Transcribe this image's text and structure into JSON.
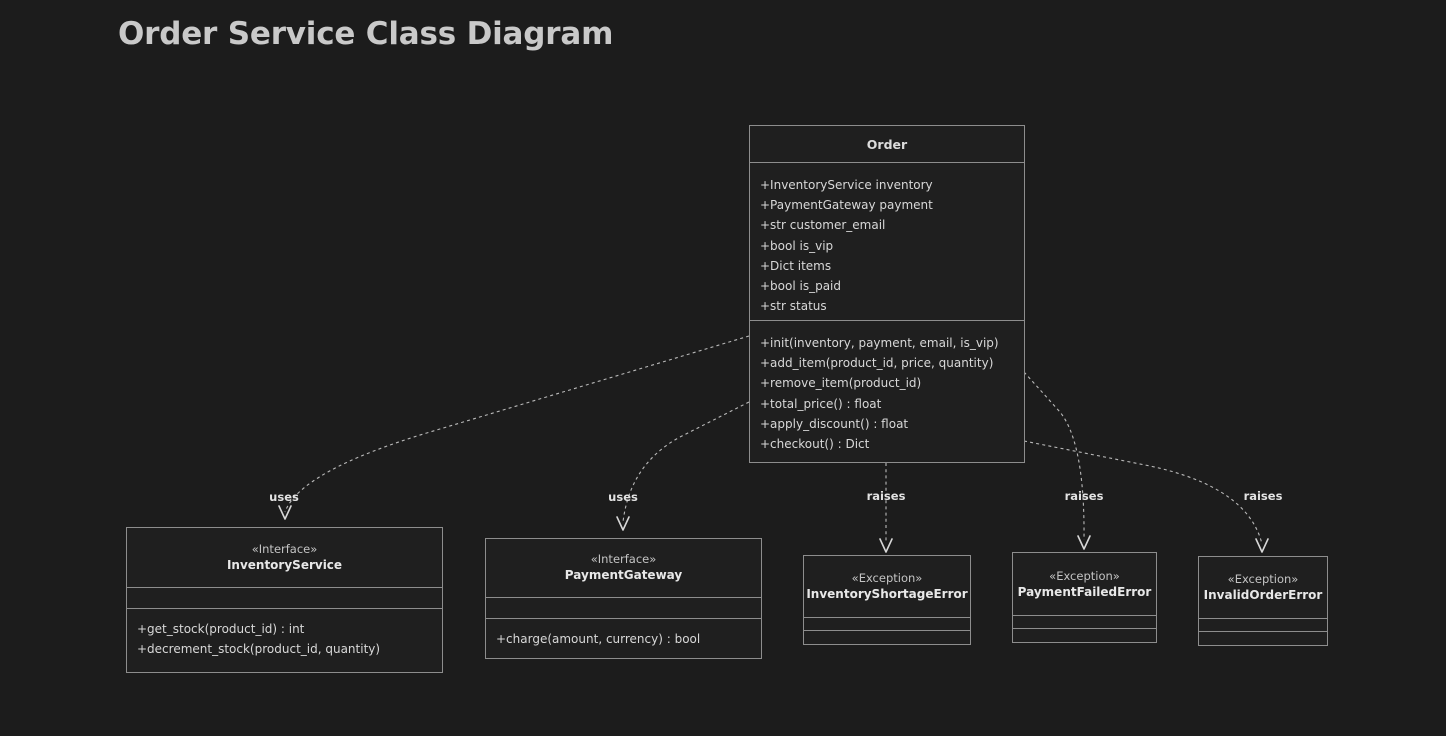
{
  "title": "Order Service Class Diagram",
  "theme": {
    "background": "#1c1c1c",
    "box_fill": "#1f1f1f",
    "border": "#8d8d8d",
    "text": "#d8d8d8",
    "title_text": "#c9c9c9",
    "edge": "#b9b9b9",
    "arrow": "#d7d7d7"
  },
  "diagram": {
    "type": "uml-class-diagram",
    "classes": [
      {
        "id": "order",
        "name": "Order",
        "stereotype": "",
        "attributes": [
          "+InventoryService inventory",
          "+PaymentGateway payment",
          "+str customer_email",
          "+bool is_vip",
          "+Dict items",
          "+bool is_paid",
          "+str status"
        ],
        "methods": [
          "+init(inventory, payment, email, is_vip)",
          "+add_item(product_id, price, quantity)",
          "+remove_item(product_id)",
          "+total_price() : float",
          "+apply_discount() : float",
          "+checkout() : Dict"
        ]
      },
      {
        "id": "inventory_service",
        "name": "InventoryService",
        "stereotype": "«Interface»",
        "attributes": [],
        "methods": [
          "+get_stock(product_id) : int",
          "+decrement_stock(product_id, quantity)"
        ]
      },
      {
        "id": "payment_gateway",
        "name": "PaymentGateway",
        "stereotype": "«Interface»",
        "attributes": [],
        "methods": [
          "+charge(amount, currency) : bool"
        ]
      },
      {
        "id": "inventory_shortage_error",
        "name": "InventoryShortageError",
        "stereotype": "«Exception»",
        "attributes": [],
        "methods": []
      },
      {
        "id": "payment_failed_error",
        "name": "PaymentFailedError",
        "stereotype": "«Exception»",
        "attributes": [],
        "methods": []
      },
      {
        "id": "invalid_order_error",
        "name": "InvalidOrderError",
        "stereotype": "«Exception»",
        "attributes": [],
        "methods": []
      }
    ],
    "relationships": [
      {
        "id": "rel-uses-inventory",
        "from": "order",
        "to": "inventory_service",
        "label": "uses",
        "kind": "dependency"
      },
      {
        "id": "rel-uses-payment",
        "from": "order",
        "to": "payment_gateway",
        "label": "uses",
        "kind": "dependency"
      },
      {
        "id": "rel-raises-shortage",
        "from": "order",
        "to": "inventory_shortage_error",
        "label": "raises",
        "kind": "dependency"
      },
      {
        "id": "rel-raises-payment",
        "from": "order",
        "to": "payment_failed_error",
        "label": "raises",
        "kind": "dependency"
      },
      {
        "id": "rel-raises-invalid",
        "from": "order",
        "to": "invalid_order_error",
        "label": "raises",
        "kind": "dependency"
      }
    ]
  }
}
